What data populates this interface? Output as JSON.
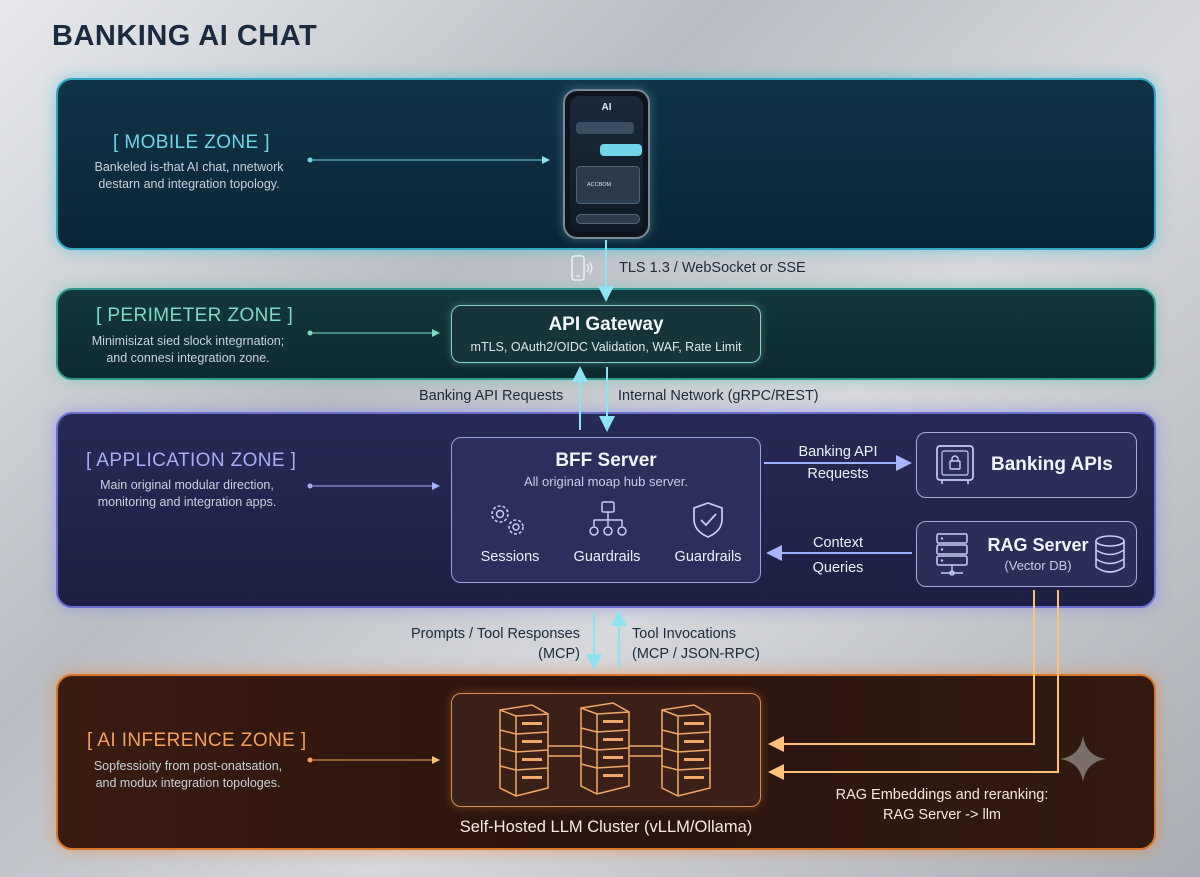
{
  "title": "BANKING AI CHAT",
  "zones": {
    "mobile": {
      "label": "[ MOBILE ZONE ]",
      "desc": [
        "Bankeled is-that AI chat, nnetwork",
        "destarn and integration topology."
      ]
    },
    "perimeter": {
      "label": "[ PERIMETER ZONE ]",
      "desc": [
        "Minimisizat sied slock integrnation;",
        "and connesi integration zone."
      ]
    },
    "application": {
      "label": "[ APPLICATION ZONE ]",
      "desc": [
        "Main original modular direction,",
        "monitoring and integration apps."
      ]
    },
    "ai": {
      "label": "[ AI INFERENCE ZONE ]",
      "desc": [
        "Sopfessioity from post-onatsation,",
        "and modux integration topologes."
      ]
    }
  },
  "phone": {
    "title": "AI",
    "card_label": "ACCBOM"
  },
  "gateway": {
    "title": "API Gateway",
    "subtitle": "mTLS, OAuth2/OIDC Validation, WAF, Rate Limit"
  },
  "bff": {
    "title": "BFF Server",
    "subtitle": "All original moap hub server.",
    "modules": [
      "Sessions",
      "Guardrails",
      "Guardrails"
    ]
  },
  "banking_apis": {
    "title": "Banking APIs"
  },
  "rag": {
    "title": "RAG Server",
    "subtitle": "(Vector DB)"
  },
  "llm": {
    "title": "Self-Hosted LLM Cluster (vLLM/Ollama)"
  },
  "flows": {
    "tls": "TLS 1.3 / WebSocket or SSE",
    "banking_api_requests": "Banking API Requests",
    "internal_network": "Internal Network (gRPC/REST)",
    "bff_banking": [
      "Banking API",
      "Requests"
    ],
    "context_queries": [
      "Context",
      "Queries"
    ],
    "prompts": [
      "Prompts / Tool Responses",
      "(MCP)"
    ],
    "tool_invocations": [
      "Tool Invocations",
      "(MCP / JSON-RPC)"
    ],
    "rag_embeddings": [
      "RAG Embeddings and reranking:",
      "RAG Server -> llm"
    ]
  },
  "colors": {
    "mobile": "#6fd3ea",
    "perimeter": "#7fd7c4",
    "application": "#a9adf2",
    "ai": "#f5a15a",
    "arrow_cyan": "#8fe3f0",
    "arrow_blue": "#9fb2ff",
    "arrow_orange": "#ffc27a"
  },
  "icons": [
    "phone-wave-icon",
    "gears-icon",
    "hierarchy-icon",
    "shield-check-icon",
    "vault-icon",
    "server-rack-icon",
    "database-icon",
    "llm-server-icon",
    "sparkle-icon"
  ]
}
